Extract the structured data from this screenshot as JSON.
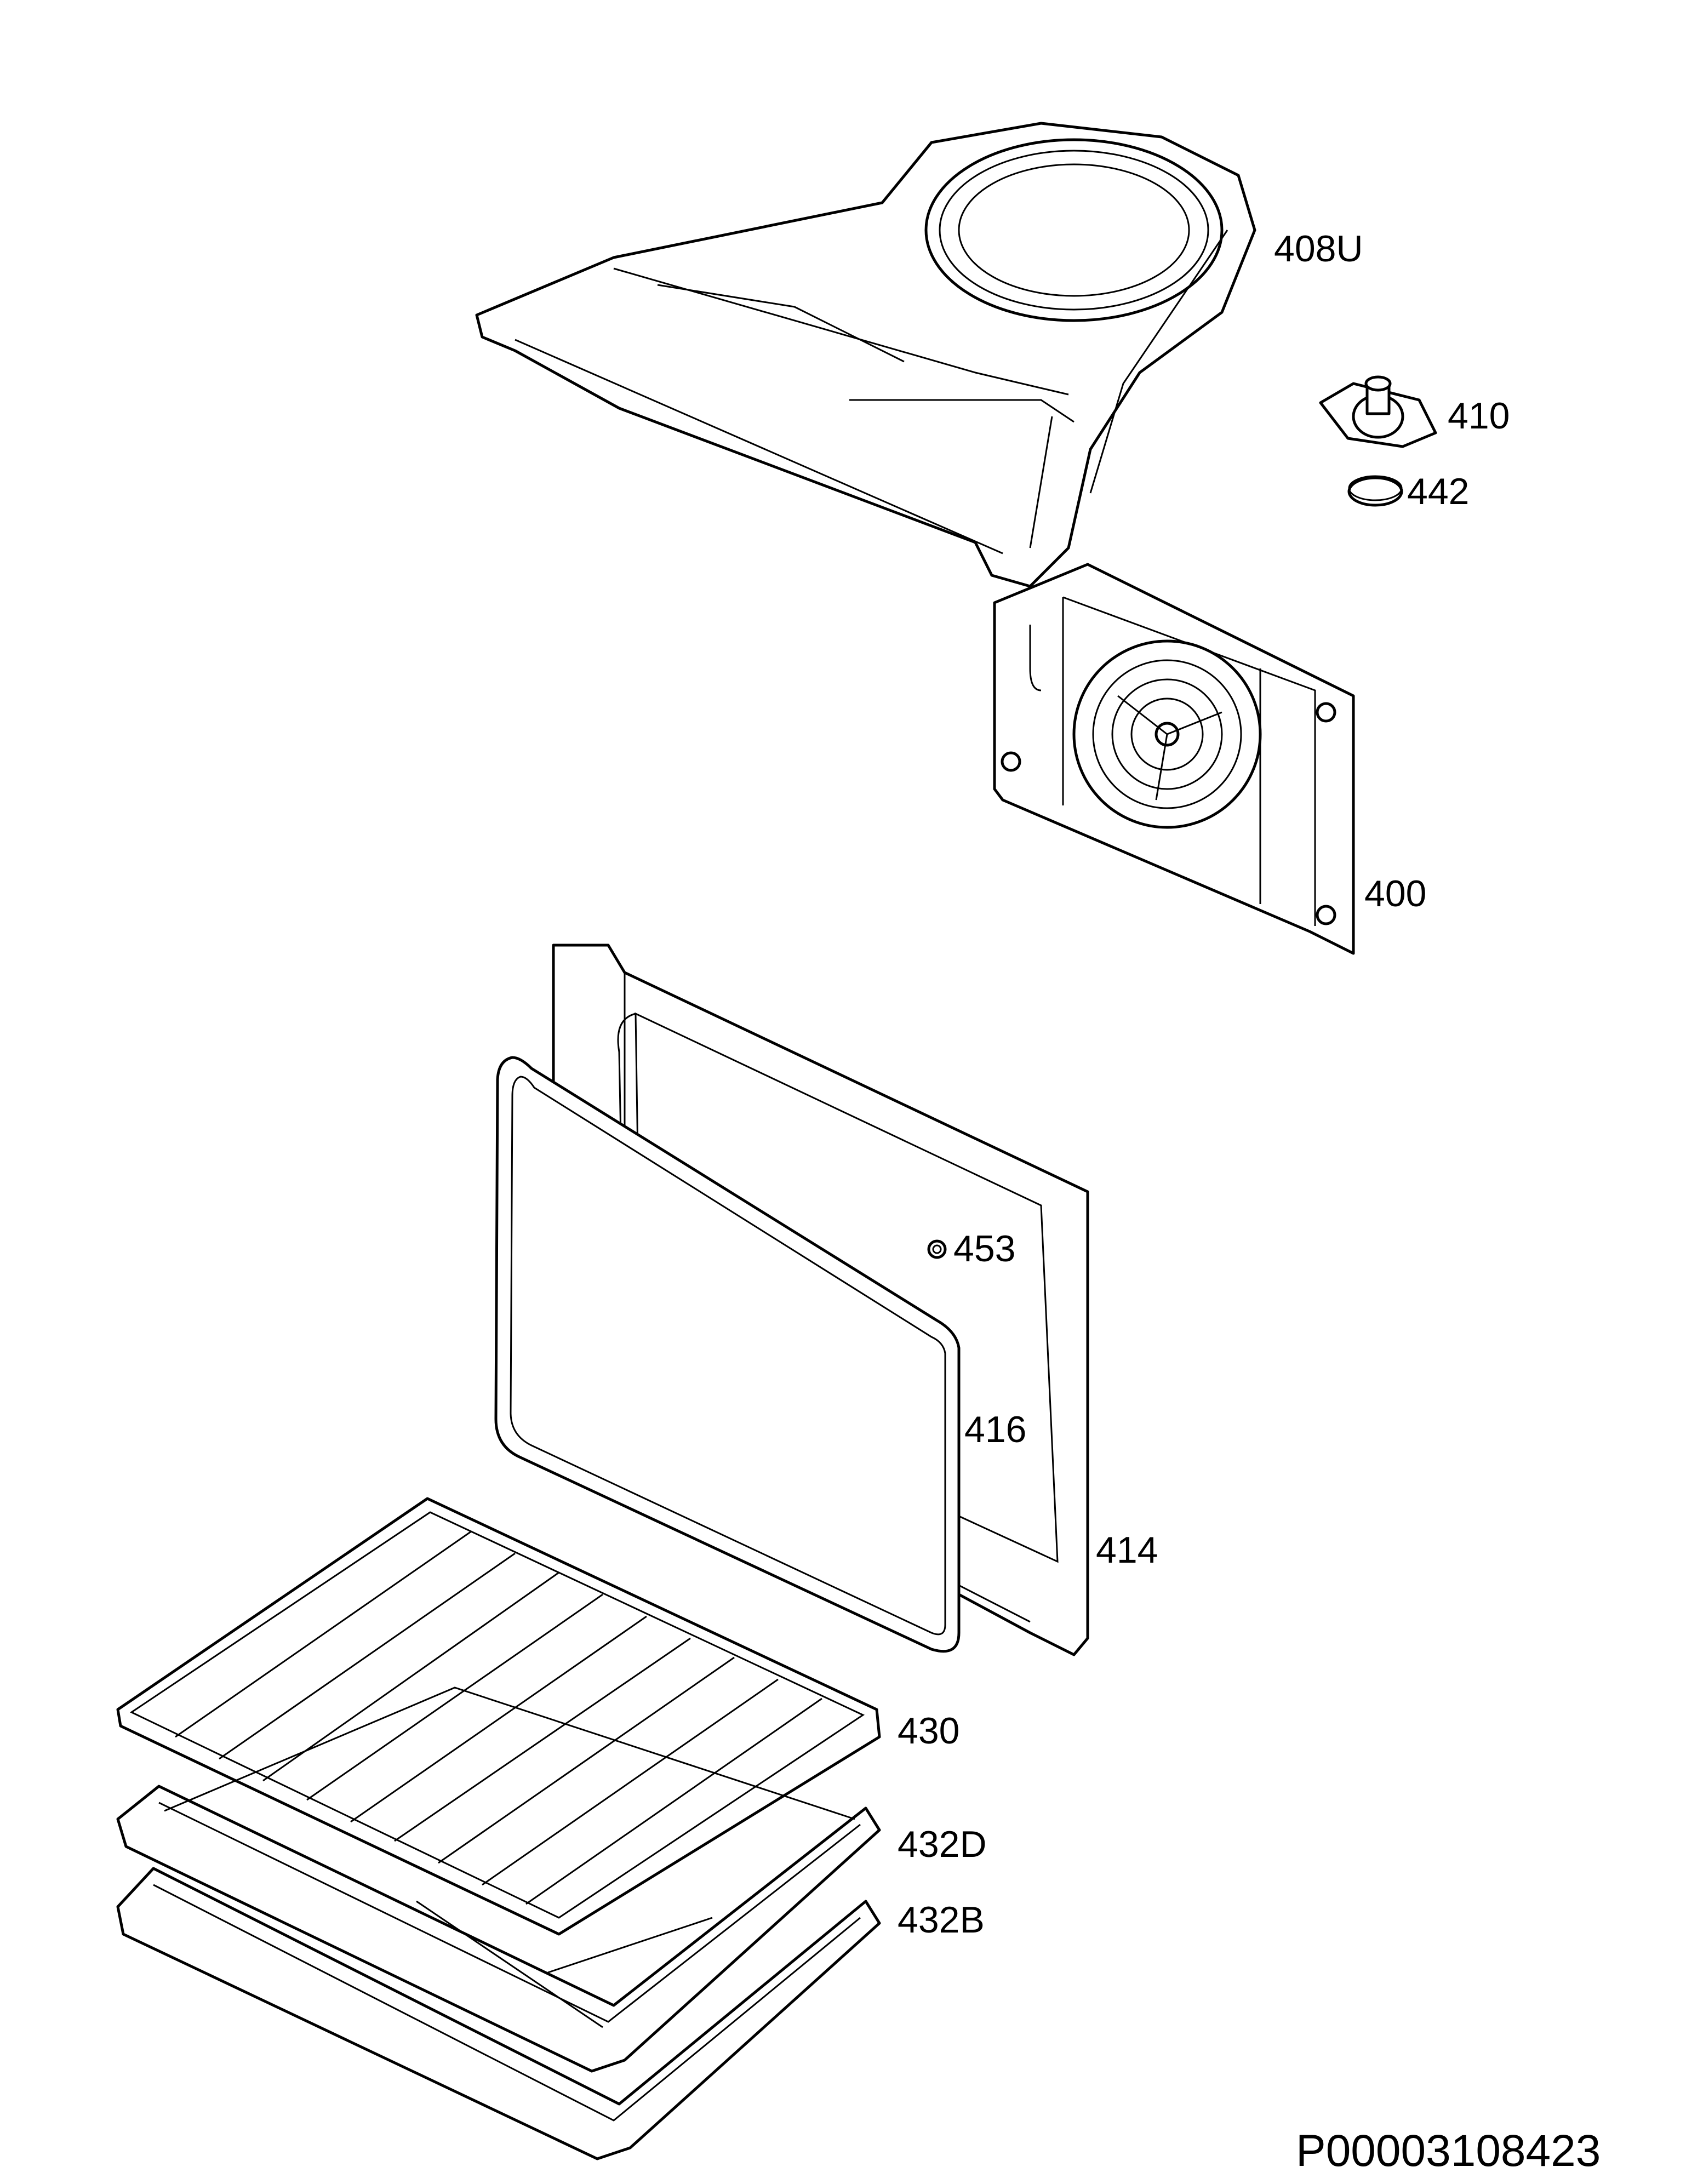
{
  "diagram": {
    "document_number": "P00003108423",
    "parts": [
      {
        "id": "408U",
        "label": "408U"
      },
      {
        "id": "410",
        "label": "410"
      },
      {
        "id": "442",
        "label": "442"
      },
      {
        "id": "400",
        "label": "400"
      },
      {
        "id": "453",
        "label": "453"
      },
      {
        "id": "416",
        "label": "416"
      },
      {
        "id": "414",
        "label": "414"
      },
      {
        "id": "430",
        "label": "430"
      },
      {
        "id": "432D",
        "label": "432D"
      },
      {
        "id": "432B",
        "label": "432B"
      }
    ]
  }
}
